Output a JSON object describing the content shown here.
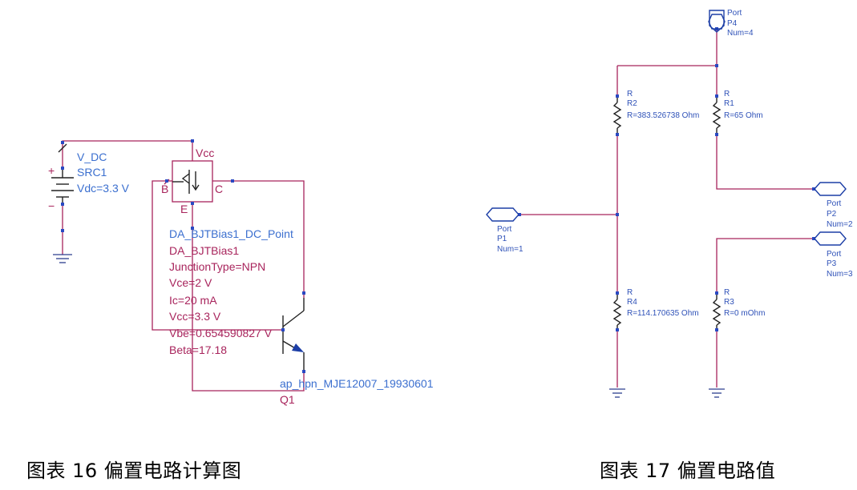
{
  "left_schematic": {
    "source": {
      "type_label": "V_DC",
      "name": "SRC1",
      "param": "Vdc=3.3 V",
      "plus": "+",
      "minus": "−"
    },
    "bjt_bias": {
      "pins": {
        "vcc": "Vcc",
        "b": "B",
        "c": "C",
        "e": "E"
      },
      "params": [
        "DA_BJTBias1_DC_Point",
        "DA_BJTBias1",
        "JunctionType=NPN",
        "Vce=2 V",
        "Ic=20 mA",
        "Vcc=3.3 V",
        "Vbe=0.654590827 V",
        "Beta=17.18"
      ]
    },
    "transistor": {
      "model": "ap_hpn_MJE12007_19930601",
      "name": "Q1"
    }
  },
  "right_schematic": {
    "ports": [
      {
        "id": "p4",
        "type": "Port",
        "name": "P4",
        "num": "Num=4"
      },
      {
        "id": "p1",
        "type": "Port",
        "name": "P1",
        "num": "Num=1"
      },
      {
        "id": "p2",
        "type": "Port",
        "name": "P2",
        "num": "Num=2"
      },
      {
        "id": "p3",
        "type": "Port",
        "name": "P3",
        "num": "Num=3"
      }
    ],
    "resistors": [
      {
        "id": "r2",
        "type": "R",
        "name": "R2",
        "value": "R=383.526738 Ohm"
      },
      {
        "id": "r1",
        "type": "R",
        "name": "R1",
        "value": "R=65 Ohm"
      },
      {
        "id": "r4",
        "type": "R",
        "name": "R4",
        "value": "R=114.170635 Ohm"
      },
      {
        "id": "r3",
        "type": "R",
        "name": "R3",
        "value": "R=0 mOhm"
      }
    ]
  },
  "captions": {
    "left": "图表 16 偏置电路计算图",
    "right": "图表 17 偏置电路值"
  }
}
